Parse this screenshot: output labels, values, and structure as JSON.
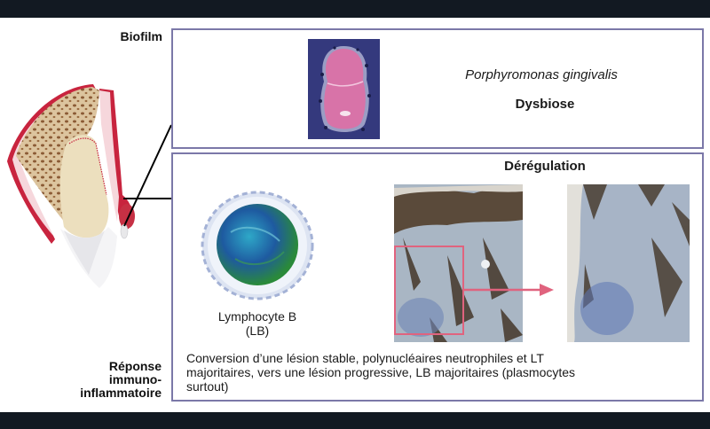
{
  "labels": {
    "biofilm": "Biofilm",
    "reponse_line1": "Réponse",
    "reponse_line2": "immuno-",
    "reponse_line3": "inflammatoire"
  },
  "biofilm_box": {
    "species": "Porphyromonas gingivalis",
    "title": "Dysbiose",
    "image": "bacterium-micrograph"
  },
  "response_box": {
    "title": "Dérégulation",
    "cell_label_line1": "Lymphocyte B",
    "cell_label_line2": "(LB)",
    "cell_image": "b-lymphocyte-illustration",
    "histology_image": "gingival-tissue-section",
    "zoom_image": "gingival-tissue-section-zoomed",
    "description_line1": "Conversion d’une lésion stable, polynucléaires neutrophiles et LT",
    "description_line2": "majoritaires, vers une lésion progressive, LB majoritaires (plasmocytes",
    "description_line3": "surtout)"
  },
  "colors": {
    "frame_bar": "#121922",
    "box_border": "#7b78a8",
    "highlight": "#e0637e",
    "gum": "#c8243e",
    "bone": "#d9bf98"
  }
}
